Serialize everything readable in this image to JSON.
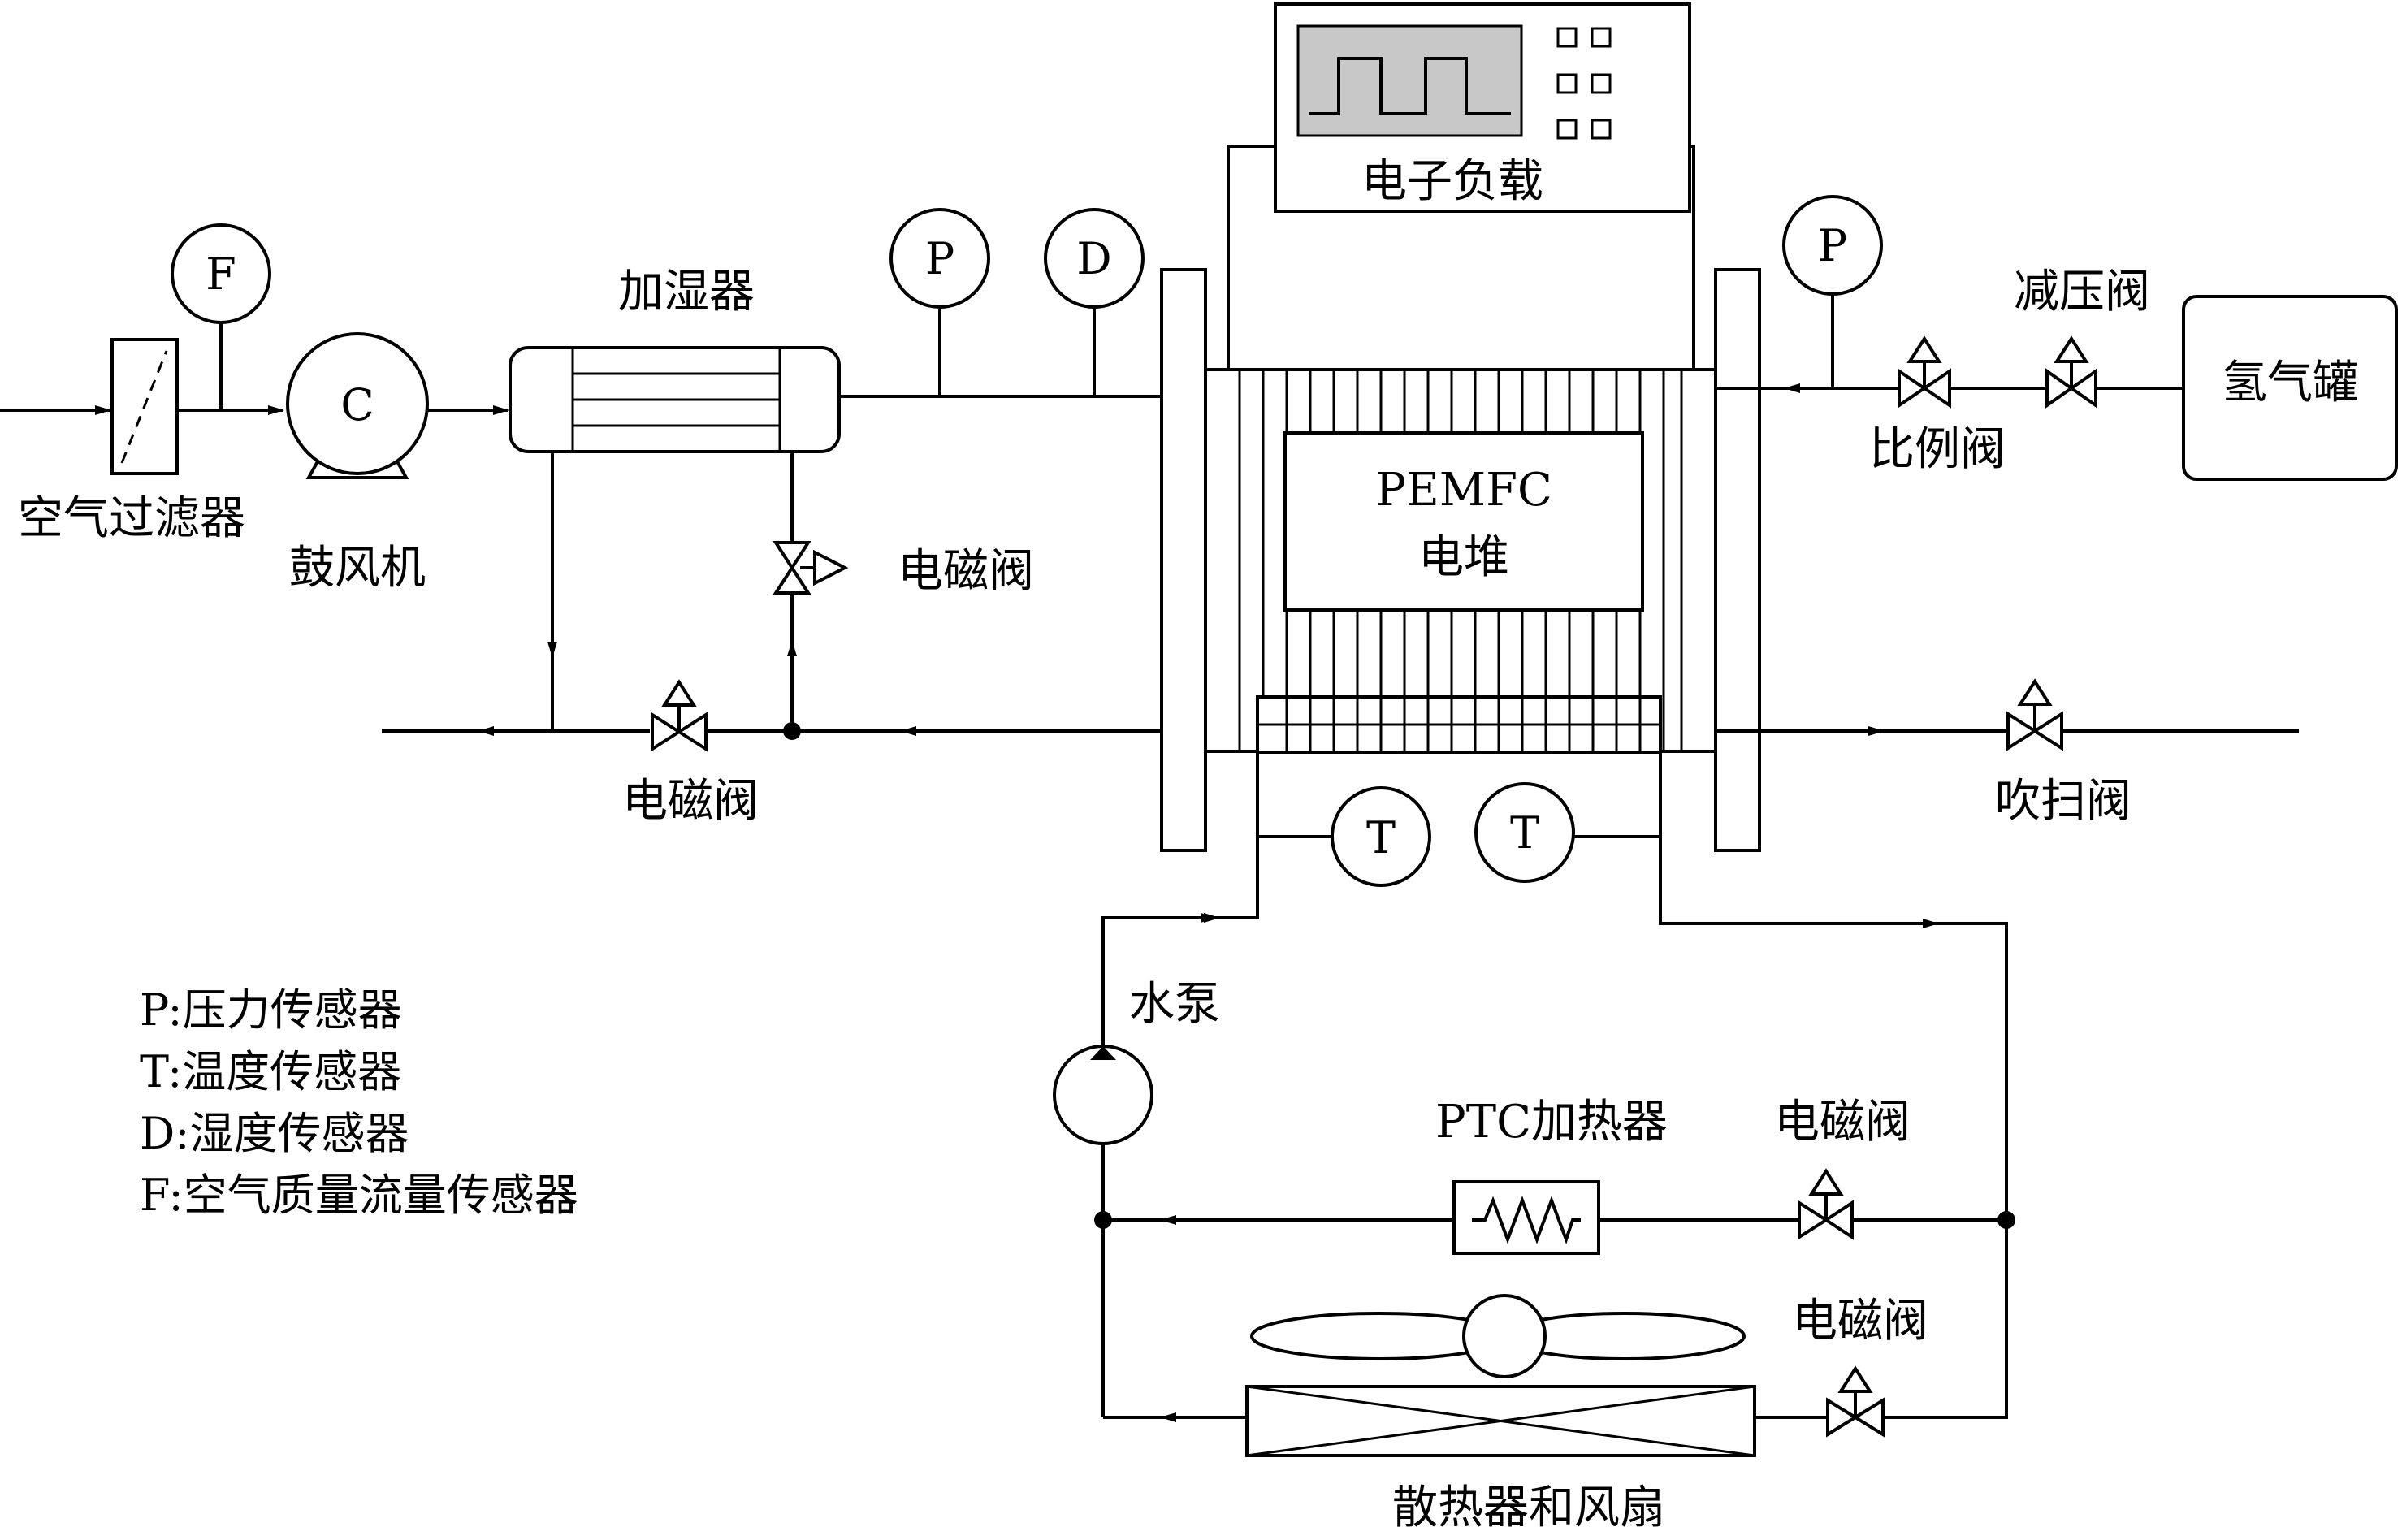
{
  "diagram": {
    "air_side": {
      "filter_label": "空气过滤器",
      "blower_label": "鼓风机",
      "blower_symbol": "C",
      "flow_sensor_symbol": "F",
      "humidifier_label": "加湿器",
      "pressure_sensor_symbol": "P",
      "humidity_sensor_symbol": "D",
      "bypass_valve_label": "电磁阀",
      "exhaust_valve_label": "电磁阀"
    },
    "load": {
      "label": "电子负载"
    },
    "stack": {
      "line1": "PEMFC",
      "line2": "电堆"
    },
    "hydrogen_side": {
      "pressure_sensor_symbol": "P",
      "reducing_valve_label": "减压阀",
      "tank_label": "氢气罐",
      "proportional_valve_label": "比例阀",
      "purge_valve_label": "吹扫阀"
    },
    "cooling": {
      "temp_sensor_in_symbol": "T",
      "temp_sensor_out_symbol": "T",
      "pump_label": "水泵",
      "heater_label": "PTC加热器",
      "heater_valve_label": "电磁阀",
      "radiator_valve_label": "电磁阀",
      "radiator_label": "散热器和风扇"
    },
    "legend": [
      "P:压力传感器",
      "T:温度传感器",
      "D:湿度传感器",
      "F:空气质量流量传感器"
    ]
  }
}
